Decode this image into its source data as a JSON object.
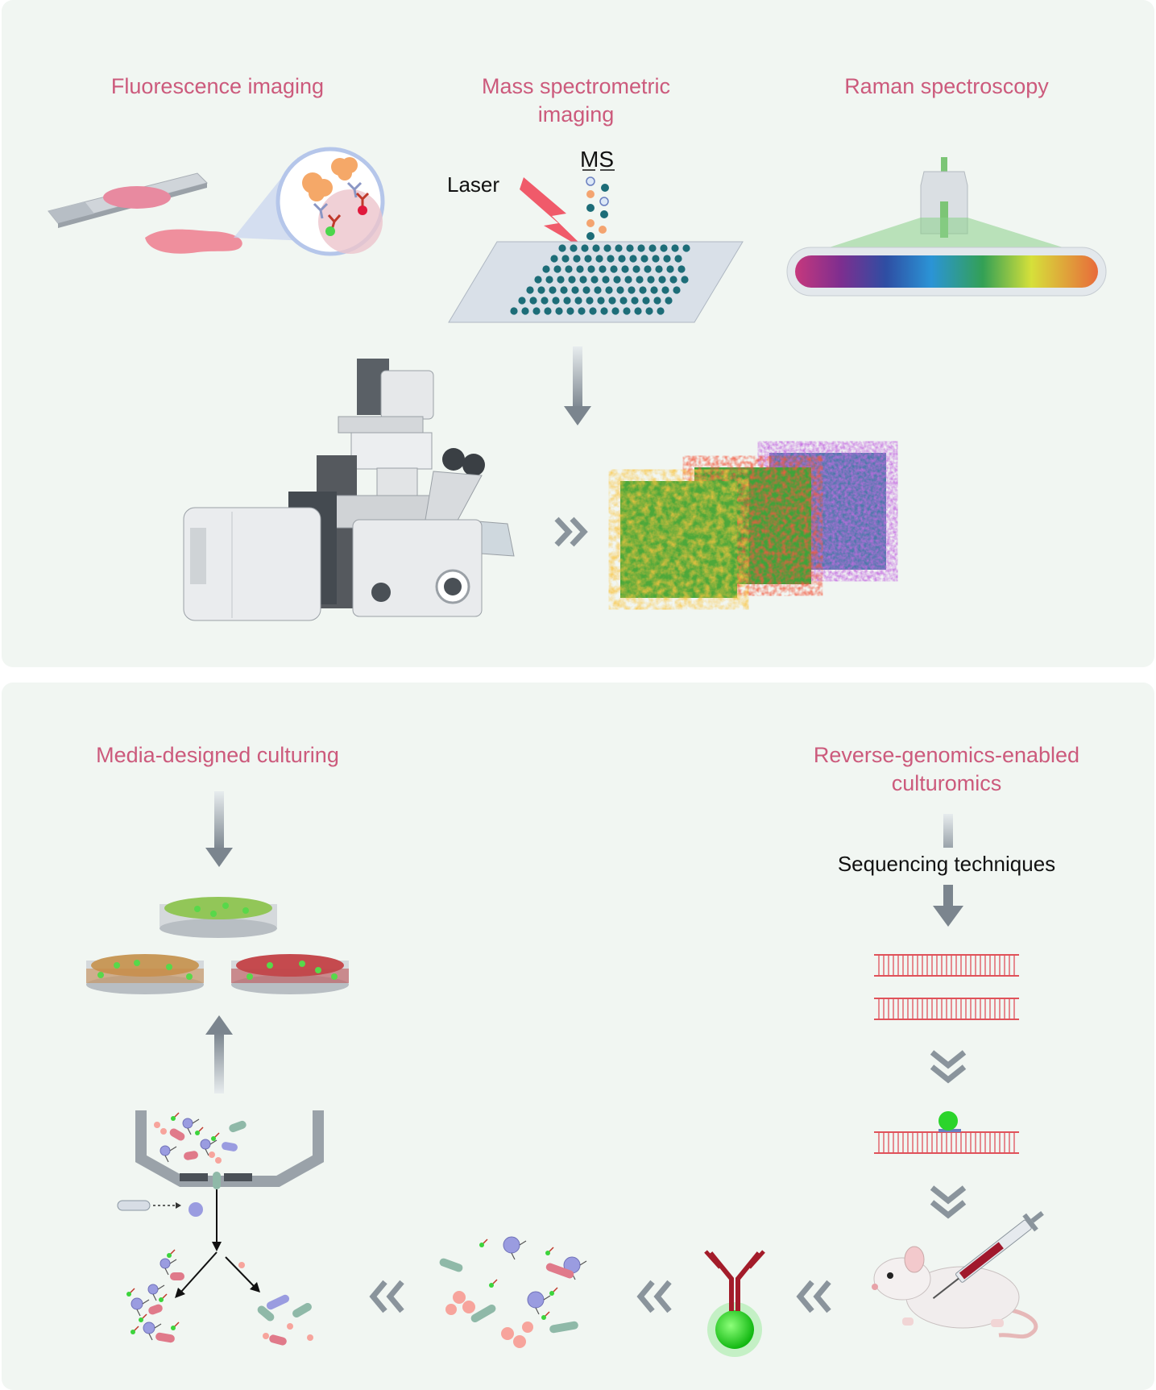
{
  "top_panel": {
    "fluorescence_title": "Fluorescence imaging",
    "mass_spec_title": "Mass spectrometric\nimaging",
    "raman_title": "Raman spectroscopy",
    "ms_label": "MS",
    "laser_label": "Laser"
  },
  "bottom_panel": {
    "media_title": "Media-designed culturing",
    "reverse_title": "Reverse-genomics-enabled\nculturomics",
    "sequencing_label": "Sequencing techniques"
  },
  "colors": {
    "title_pink": "#cc5a7c",
    "panel_bg": "#f1f6f2",
    "arrow_gray": "#8a949c",
    "dna_red": "#e0525a",
    "ms_teal": "#1d6d78",
    "raman_green": "#7cc576"
  }
}
